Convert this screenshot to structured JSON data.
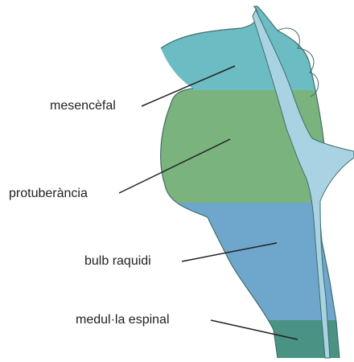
{
  "labels": {
    "mesencefal": "mesencèfal",
    "protuberancia": "protuberància",
    "bulb_raquidi": "bulb raquidi",
    "medula_espinal": "medul·la espinal"
  },
  "colors": {
    "mesencefal": "#6cbcc4",
    "protuberancia": "#7ab37d",
    "bulb_raquidi": "#6fa6cc",
    "medula_espinal": "#4a9283",
    "ventricle": "#a9d2e3",
    "outline": "#3f6f6a",
    "leader_line": "#222222"
  }
}
